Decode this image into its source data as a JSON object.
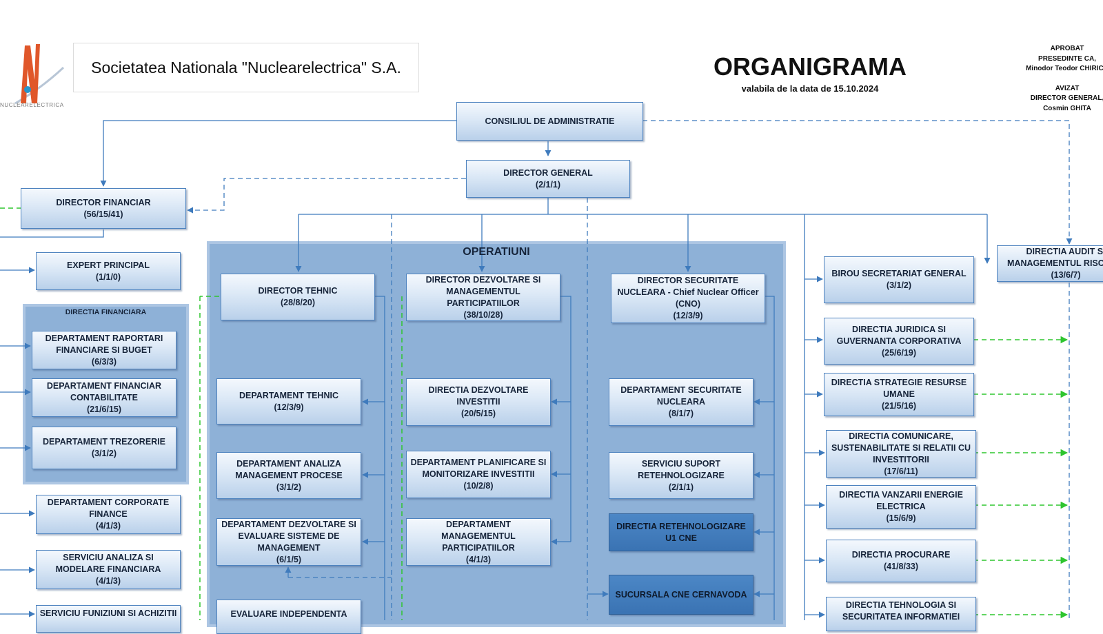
{
  "header": {
    "company_name": "Societatea Nationala \"Nuclearelectrica\" S.A.",
    "logo_text": "NUCLEARELECTRICA",
    "title": "ORGANIGRAMA",
    "subtitle": "valabila de la data de 15.10.2024",
    "approval_lines": [
      "APROBAT",
      "PRESEDINTE CA,",
      "Minodor Teodor CHIRICA",
      "",
      "AVIZAT",
      "DIRECTOR GENERAL,",
      "Cosmin GHITA"
    ]
  },
  "colors": {
    "box_border": "#4e83bf",
    "panel": "#8eb1d7",
    "panel_border": "#adc6e3",
    "dark_box": "#3f7bbd",
    "line": "#3f7bbd",
    "dashed_green": "#2ec52e"
  },
  "sections": {
    "operatiuni": "OPERATIUNI",
    "directia_financiara": "DIRECTIA FINANCIARA"
  },
  "boxes": {
    "consiliu": {
      "title": "CONSILIUL DE ADMINISTRATIE",
      "count": ""
    },
    "director_general": {
      "title": "DIRECTOR GENERAL",
      "count": "(2/1/1)"
    },
    "director_financiar": {
      "title": "DIRECTOR FINANCIAR",
      "count": "(56/15/41)"
    },
    "expert_principal": {
      "title": "EXPERT PRINCIPAL",
      "count": "(1/1/0)"
    },
    "dep_raportari": {
      "title": "DEPARTAMENT RAPORTARI FINANCIARE SI BUGET",
      "count": "(6/3/3)"
    },
    "dep_financiar": {
      "title": "DEPARTAMENT FINANCIAR CONTABILITATE",
      "count": "(21/6/15)"
    },
    "dep_trezorerie": {
      "title": "DEPARTAMENT TREZORERIE",
      "count": "(3/1/2)"
    },
    "dep_corporate": {
      "title": "DEPARTAMENT CORPORATE FINANCE",
      "count": "(4/1/3)"
    },
    "serv_analiza": {
      "title": "SERVICIU ANALIZA SI MODELARE FINANCIARA",
      "count": "(4/1/3)"
    },
    "serv_functiuni": {
      "title": "SERVICIU FUNIZIUNI SI ACHIZITII",
      "count": ""
    },
    "director_tehnic": {
      "title": "DIRECTOR TEHNIC",
      "count": "(28/8/20)"
    },
    "dep_tehnic": {
      "title": "DEPARTAMENT TEHNIC",
      "count": "(12/3/9)"
    },
    "dep_analiza_procese": {
      "title": "DEPARTAMENT ANALIZA MANAGEMENT PROCESE",
      "count": "(3/1/2)"
    },
    "dep_dezvoltare_sisteme": {
      "title": "DEPARTAMENT DEZVOLTARE SI EVALUARE SISTEME DE MANAGEMENT",
      "count": "(6/1/5)"
    },
    "evaluare_independenta": {
      "title": "EVALUARE INDEPENDENTA",
      "count": ""
    },
    "director_dezvoltare": {
      "title": "DIRECTOR DEZVOLTARE SI MANAGEMENTUL PARTICIPATIILOR",
      "count": "(38/10/28)"
    },
    "dir_dezvoltare_investitii": {
      "title": "DIRECTIA DEZVOLTARE INVESTITII",
      "count": "(20/5/15)"
    },
    "dep_planificare": {
      "title": "DEPARTAMENT PLANIFICARE SI MONITORIZARE INVESTITII",
      "count": "(10/2/8)"
    },
    "dep_management_part": {
      "title": "DEPARTAMENT MANAGEMENTUL PARTICIPATIILOR",
      "count": "(4/1/3)"
    },
    "director_securitate": {
      "title": "DIRECTOR  SECURITATE NUCLEARA  - Chief Nuclear Officer (CNO)",
      "count": "(12/3/9)"
    },
    "dep_securitate": {
      "title": "DEPARTAMENT SECURITATE NUCLEARA",
      "count": "(8/1/7)"
    },
    "serv_suport": {
      "title": "SERVICIU SUPORT RETEHNOLOGIZARE",
      "count": "(2/1/1)"
    },
    "dir_retehnologizare": {
      "title": "DIRECTIA RETEHNOLOGIZARE U1 CNE",
      "count": ""
    },
    "sucursala": {
      "title": "SUCURSALA CNE CERNAVODA",
      "count": ""
    },
    "birou_secretariat": {
      "title": "BIROU SECRETARIAT GENERAL",
      "count": "(3/1/2)"
    },
    "dir_juridica": {
      "title": "DIRECTIA JURIDICA SI GUVERNANTA CORPORATIVA",
      "count": "(25/6/19)"
    },
    "dir_strategie": {
      "title": "DIRECTIA STRATEGIE RESURSE UMANE",
      "count": "(21/5/16)"
    },
    "dir_comunicare": {
      "title": "DIRECTIA COMUNICARE, SUSTENABILITATE SI RELATII CU INVESTITORII",
      "count": "(17/6/11)"
    },
    "dir_vanzarii": {
      "title": "DIRECTIA VANZARII ENERGIE ELECTRICA",
      "count": "(15/6/9)"
    },
    "dir_procurare": {
      "title": "DIRECTIA PROCURARE",
      "count": "(41/8/33)"
    },
    "dir_tehnologia": {
      "title": "DIRECTIA TEHNOLOGIA SI SECURITATEA INFORMATIEI",
      "count": ""
    },
    "dir_audit": {
      "title": "DIRECTIA AUDIT SI MANAGEMENTUL RISCULUI",
      "count": "(13/6/7)"
    }
  }
}
